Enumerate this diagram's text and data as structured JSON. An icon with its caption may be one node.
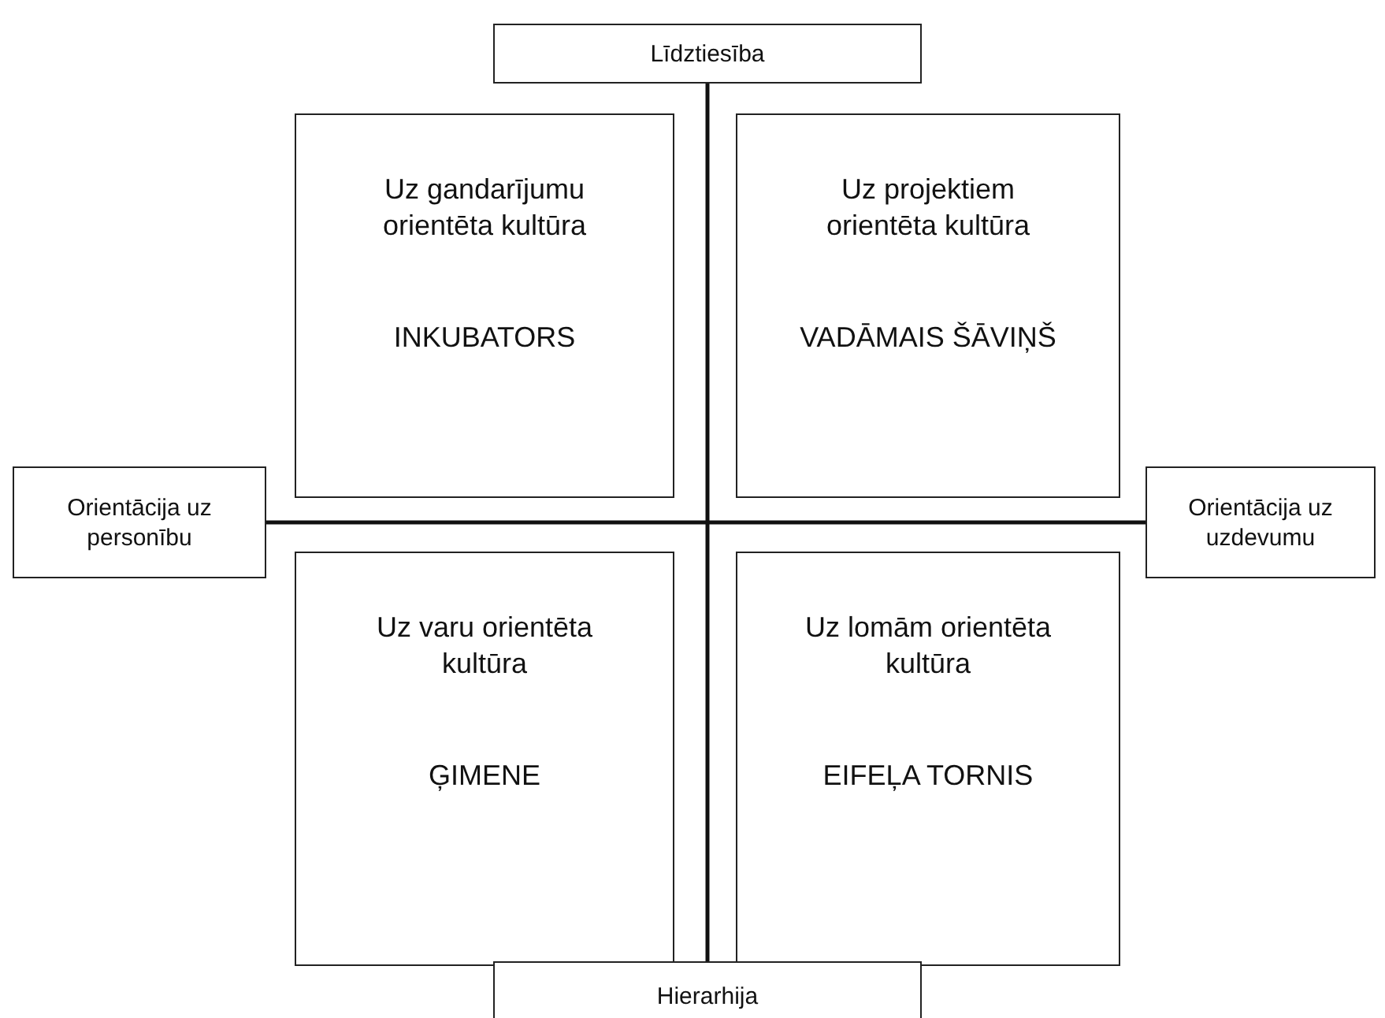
{
  "diagram": {
    "nodes": [
      {
        "text": [
          "Līdztiesība"
        ]
      },
      {
        "text": [
          "Uz gandarījumu orientēta kultūra",
          "INKUBATORS"
        ]
      },
      {
        "text": [
          "Uz projektiem orientēta kultūra",
          "VADĀMAIS ŠĀVIŅŠ"
        ]
      },
      {
        "text": [
          "Orientācija uz personību"
        ]
      },
      {
        "text": [
          "Orientācija uz uzdevumu"
        ]
      },
      {
        "text": [
          "Uz varu orientēta kultūra",
          "ĢIMENE"
        ]
      },
      {
        "text": [
          "Uz lomām orientēta kultūra",
          "EIFEĻA TORNIS"
        ]
      },
      {
        "text": [
          "Hierarhija"
        ]
      }
    ],
    "edges": [
      {
        "from": 0,
        "to": 7,
        "arrow": "none"
      },
      {
        "from": 3,
        "to": 4,
        "arrow": "none"
      }
    ]
  }
}
